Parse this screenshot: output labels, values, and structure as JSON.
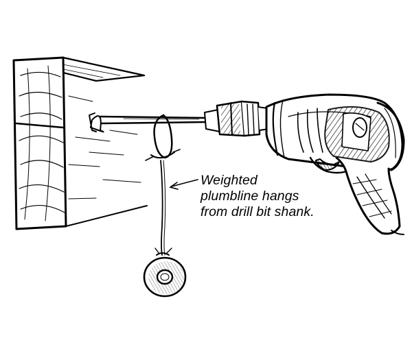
{
  "caption": {
    "lines": [
      "Weighted",
      "plumbline hangs",
      "from drill bit shank."
    ]
  },
  "colors": {
    "ink": "#000000",
    "paper": "#ffffff"
  }
}
